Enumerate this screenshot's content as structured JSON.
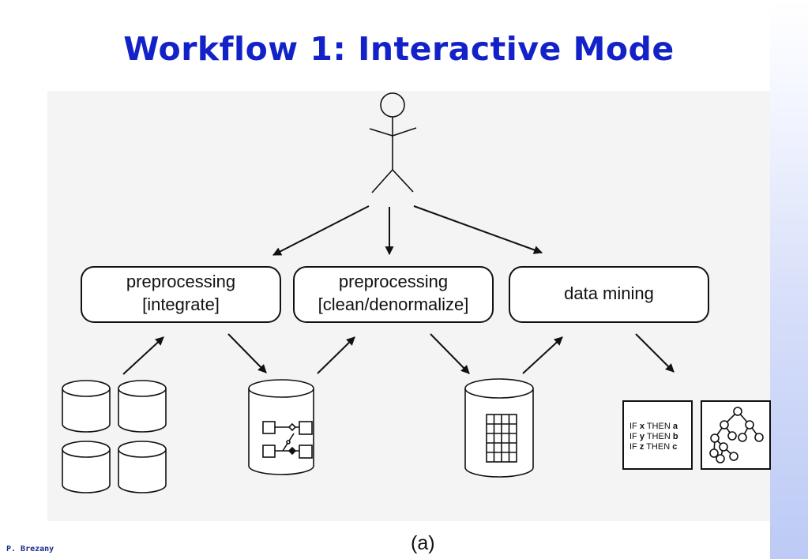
{
  "slide": {
    "title": "Workflow 1: Interactive Mode",
    "author": "P. Brezany",
    "caption": "(a)"
  },
  "diagram": {
    "actor_icon": "stick-figure-user-icon",
    "steps": [
      {
        "line1": "preprocessing",
        "line2": "[integrate]"
      },
      {
        "line1": "preprocessing",
        "line2": "[clean/denormalize]"
      },
      {
        "line1": "data mining"
      }
    ],
    "rules": [
      {
        "prefix": "IF ",
        "var": "x",
        "mid": " THEN ",
        "out": "a"
      },
      {
        "prefix": "IF ",
        "var": "y",
        "mid": " THEN ",
        "out": "b"
      },
      {
        "prefix": "IF ",
        "var": "z",
        "mid": " THEN ",
        "out": "c"
      }
    ],
    "icons": {
      "source_db": "database-cylinder-icon",
      "schema_db": "schema-database-icon",
      "table_db": "table-database-icon",
      "tree": "decision-tree-icon"
    }
  }
}
